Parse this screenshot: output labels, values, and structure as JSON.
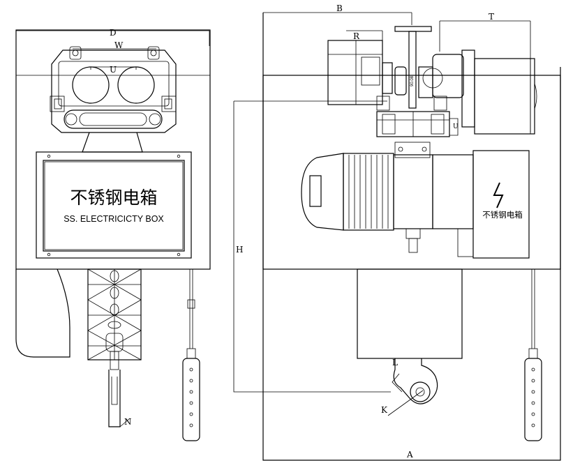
{
  "dimension_labels": {
    "D": "D",
    "W": "W",
    "U": "U",
    "N": "N",
    "B": "B",
    "R": "R",
    "T": "T",
    "H": "H",
    "L": "L",
    "K": "K",
    "A": "A"
  },
  "front_view": {
    "box_title_cn": "不锈钢电箱",
    "box_title_en": "SS. ELECTRICICTY BOX"
  },
  "side_view": {
    "box_label_cn": "不锈钢电箱",
    "plate_text": "90.08"
  }
}
